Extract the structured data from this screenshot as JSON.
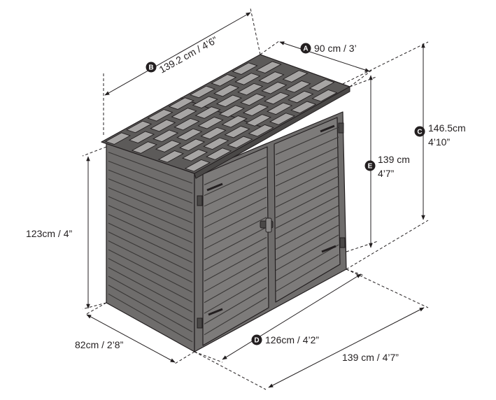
{
  "colors": {
    "ink": "#231f20",
    "panel": "#6f6d6c",
    "panel_light": "#8a8887",
    "roof_tile": "#a7a5a4",
    "badge_text": "#ffffff"
  },
  "dimensions": {
    "a": {
      "badge": "A",
      "text": "90 cm / 3’"
    },
    "b": {
      "badge": "B",
      "text": "139.2 cm / 4’6”"
    },
    "c": {
      "badge": "C",
      "text_line1": "146.5cm",
      "text_line2": "4’10”"
    },
    "d": {
      "badge": "D",
      "text": "126cm / 4’2”"
    },
    "e": {
      "badge": "E",
      "text_line1": "139 cm",
      "text_line2": "4’7”"
    },
    "left_height": {
      "text": "123cm / 4”"
    },
    "depth": {
      "text": "82cm / 2’8”"
    },
    "base_width": {
      "text": "139 cm / 4’7”"
    }
  }
}
